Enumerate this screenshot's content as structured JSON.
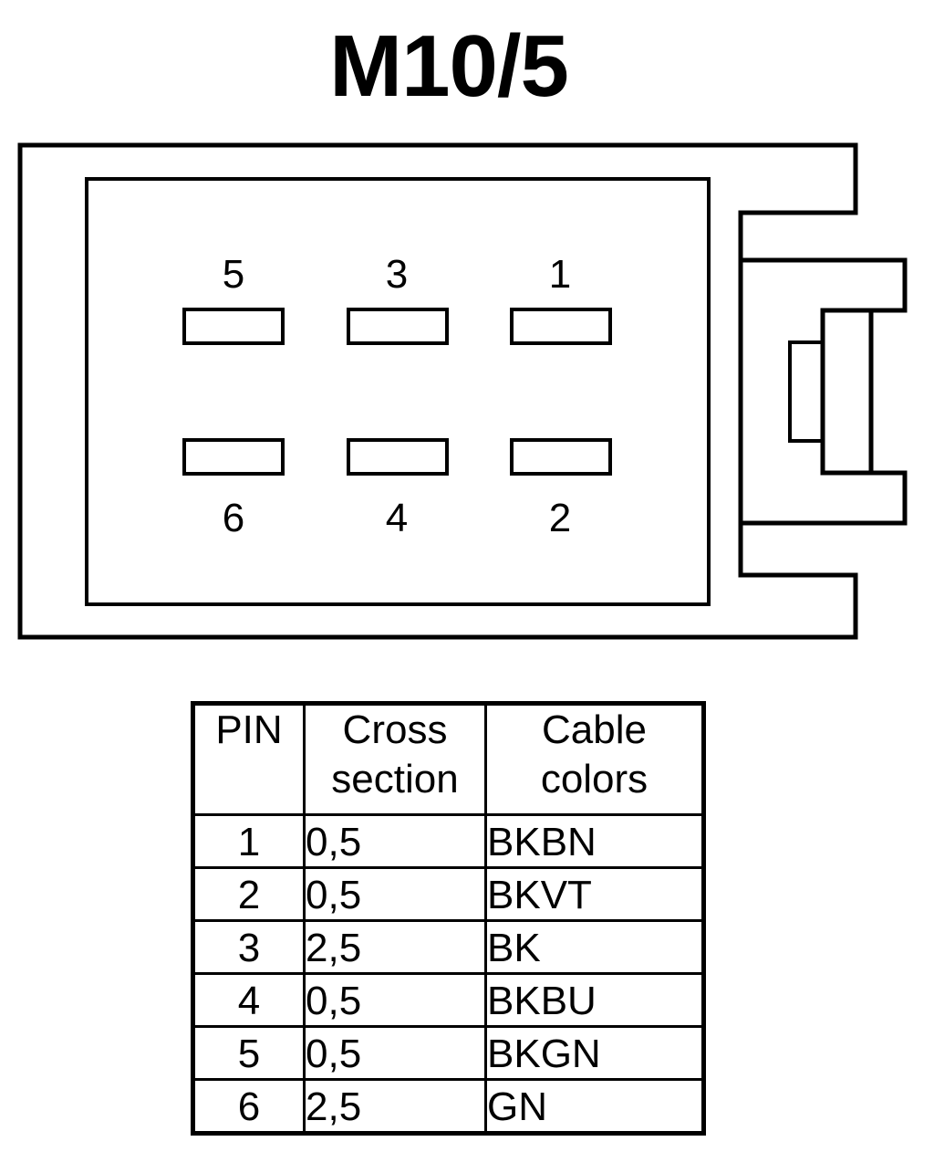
{
  "title": "M10/5",
  "pins_top": [
    "5",
    "3",
    "1"
  ],
  "pins_bottom": [
    "6",
    "4",
    "2"
  ],
  "table": {
    "headers": {
      "pin": "PIN",
      "cross_section_line1": "Cross",
      "cross_section_line2": "section",
      "cable_colors_line1": "Cable",
      "cable_colors_line2": "colors"
    },
    "rows": [
      {
        "pin": "1",
        "cross_section": "0,5",
        "color": "BKBN"
      },
      {
        "pin": "2",
        "cross_section": "0,5",
        "color": "BKVT"
      },
      {
        "pin": "3",
        "cross_section": "2,5",
        "color": "BK"
      },
      {
        "pin": "4",
        "cross_section": "0,5",
        "color": "BKBU"
      },
      {
        "pin": "5",
        "cross_section": "0,5",
        "color": "BKGN"
      },
      {
        "pin": "6",
        "cross_section": "2,5",
        "color": "GN"
      }
    ]
  }
}
